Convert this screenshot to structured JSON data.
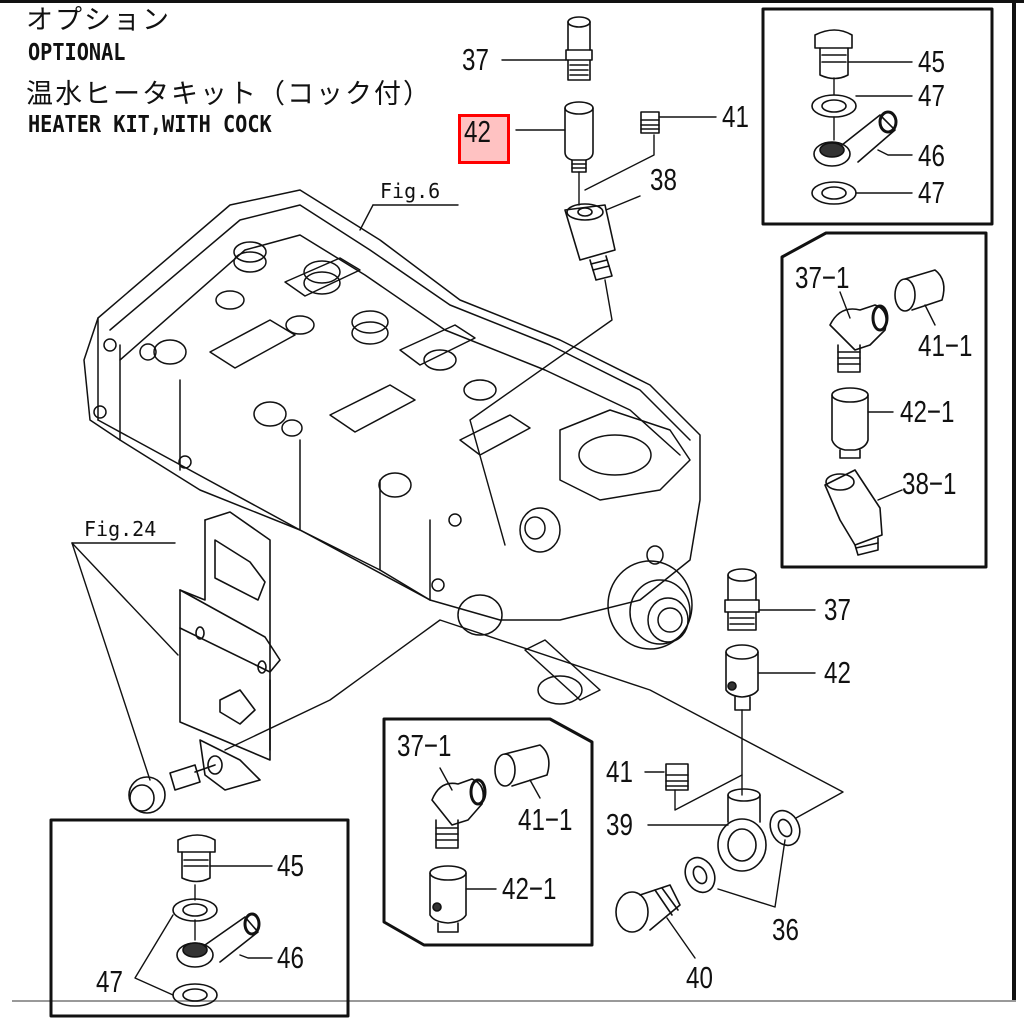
{
  "header": {
    "title_jp": "オプション",
    "title_en": "OPTIONAL",
    "subtitle_jp": "温水ヒータキット（コック付）",
    "subtitle_en": "HEATER KIT,WITH COCK"
  },
  "figure_refs": {
    "fig6": "Fig.6",
    "fig24": "Fig.24"
  },
  "highlight": {
    "part_number": "42",
    "color": "#ff0000"
  },
  "callouts": {
    "top_assembly": {
      "p37": "37",
      "p42": "42",
      "p41": "41",
      "p38": "38"
    },
    "inset_top_right": {
      "p45": "45",
      "p47a": "47",
      "p46": "46",
      "p47b": "47"
    },
    "inset_mid_right": {
      "p37_1": "37−1",
      "p41_1": "41−1",
      "p42_1": "42−1",
      "p38_1": "38−1"
    },
    "lower_assembly": {
      "p37": "37",
      "p42": "42",
      "p41": "41",
      "p39": "39",
      "p36": "36",
      "p40": "40"
    },
    "inset_bottom_center": {
      "p37_1": "37−1",
      "p41_1": "41−1",
      "p42_1": "42−1"
    },
    "inset_bottom_left": {
      "p45": "45",
      "p46": "46",
      "p47": "47"
    }
  },
  "colors": {
    "line": "#111111",
    "background": "#ffffff"
  }
}
